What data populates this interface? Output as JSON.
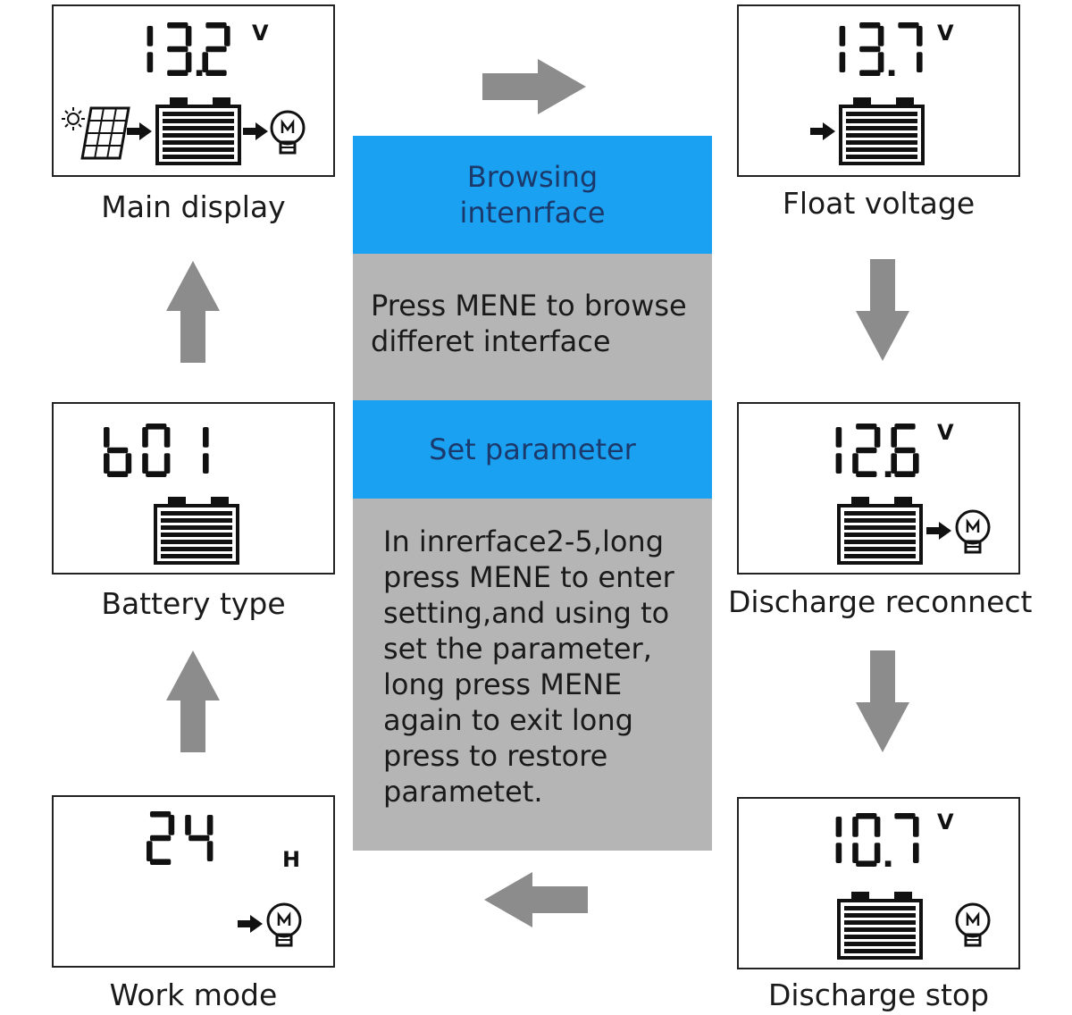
{
  "center": {
    "browse_head_line1": "Browsing",
    "browse_head_line2": "intenrface",
    "browse_body_line1": "Press MENE to browse",
    "browse_body_line2": "differet interface",
    "set_head": "Set parameter",
    "set_body": [
      "In inrerface2-5,long",
      "press MENE to enter",
      "setting,and using to",
      "set the parameter,",
      "long press MENE",
      "again to exit long",
      "press to restore",
      "parametet."
    ]
  },
  "screens": {
    "main_display": {
      "label": "Main display",
      "value": "13.2",
      "unit": "V"
    },
    "float_voltage": {
      "label": "Float voltage",
      "value": "13.7",
      "unit": "V"
    },
    "discharge_reconnect": {
      "label": "Discharge reconnect",
      "value": "12.6",
      "unit": "V"
    },
    "discharge_stop": {
      "label": "Discharge stop",
      "value": "10.7",
      "unit": "V"
    },
    "work_mode": {
      "label": "Work mode",
      "value": "24",
      "unit": "H"
    },
    "battery_type": {
      "label": "Battery type",
      "value": "b01"
    }
  },
  "colors": {
    "header_blue": "#1ba1f2",
    "panel_grey": "#b5b5b5",
    "arrow_grey": "#8c8c8c"
  }
}
